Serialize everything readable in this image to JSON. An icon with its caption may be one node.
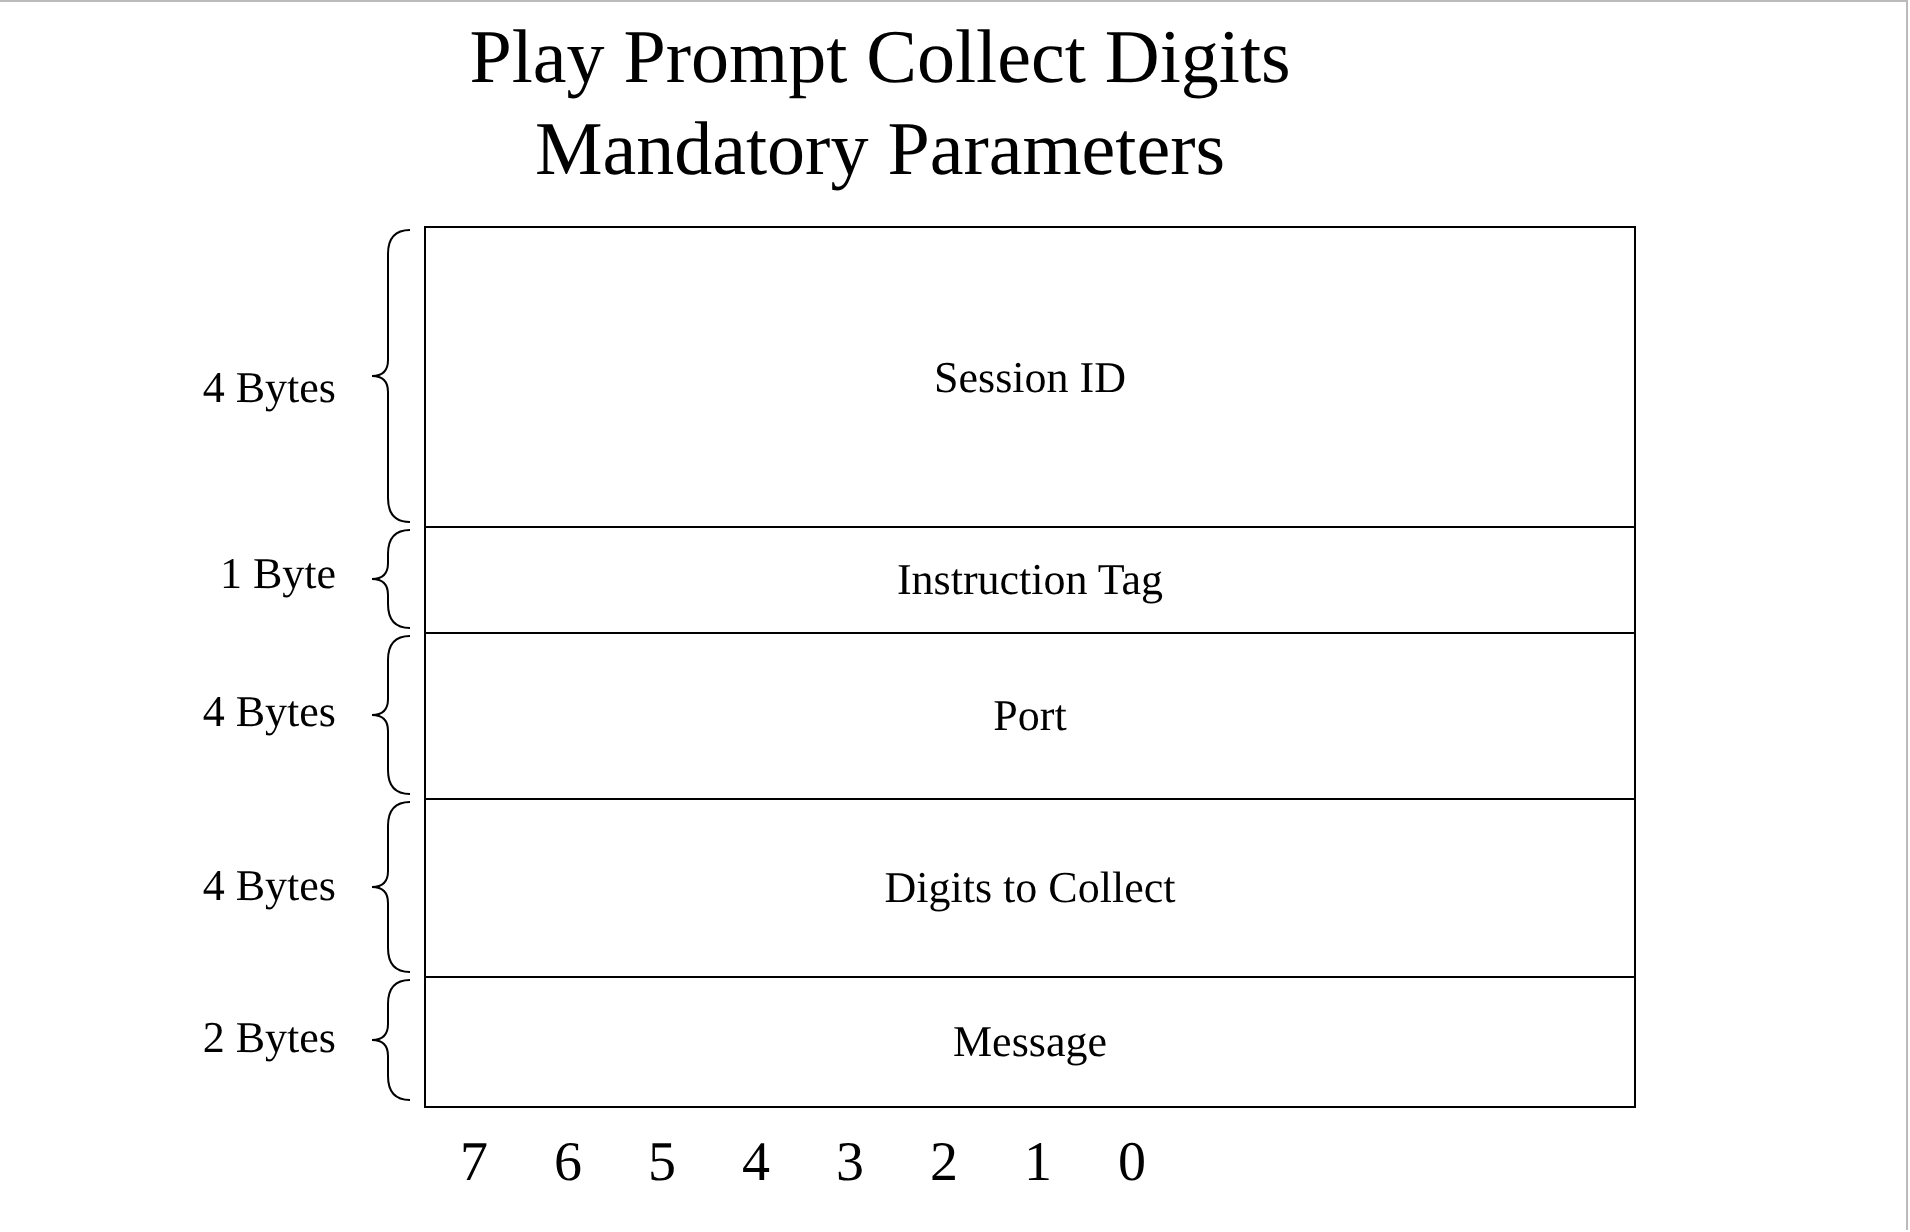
{
  "diagram": {
    "title": "Play Prompt Collect Digits Mandatory Parameters",
    "nodes": [
      {
        "text": [
          "Session ID"
        ],
        "beside": [
          "4 Bytes"
        ]
      },
      {
        "text": [
          "Instruction Tag"
        ],
        "beside": [
          "1 Byte"
        ]
      },
      {
        "text": [
          "Port"
        ],
        "beside": [
          "4 Bytes"
        ]
      },
      {
        "text": [
          "Digits to Collect"
        ],
        "beside": [
          "4 Bytes"
        ]
      },
      {
        "text": [
          "Message"
        ],
        "beside": [
          "2 Bytes"
        ]
      }
    ],
    "labels": [
      "7",
      "6",
      "5",
      "4",
      "3",
      "2",
      "1",
      "0"
    ]
  }
}
